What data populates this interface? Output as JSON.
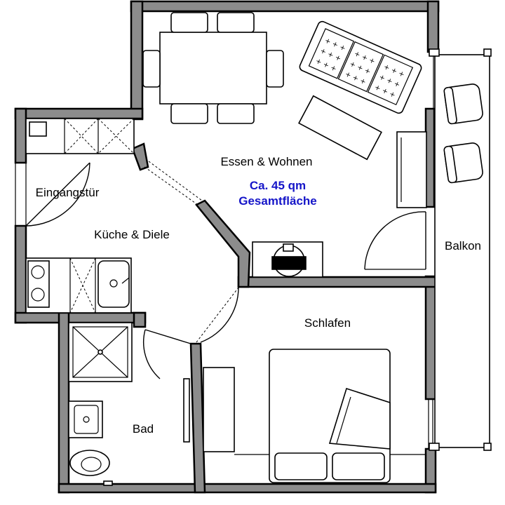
{
  "rooms": {
    "living": "Essen & Wohnen",
    "kitchen": "Küche & Diele",
    "entrance": "Eingangstür",
    "bedroom": "Schlafen",
    "bath": "Bad",
    "balcony": "Balkon"
  },
  "area": {
    "line1": "Ca. 45 qm",
    "line2": "Gesamtfläche"
  },
  "colors": {
    "wall": "#8c8c8c",
    "area_text": "#1515c8"
  }
}
